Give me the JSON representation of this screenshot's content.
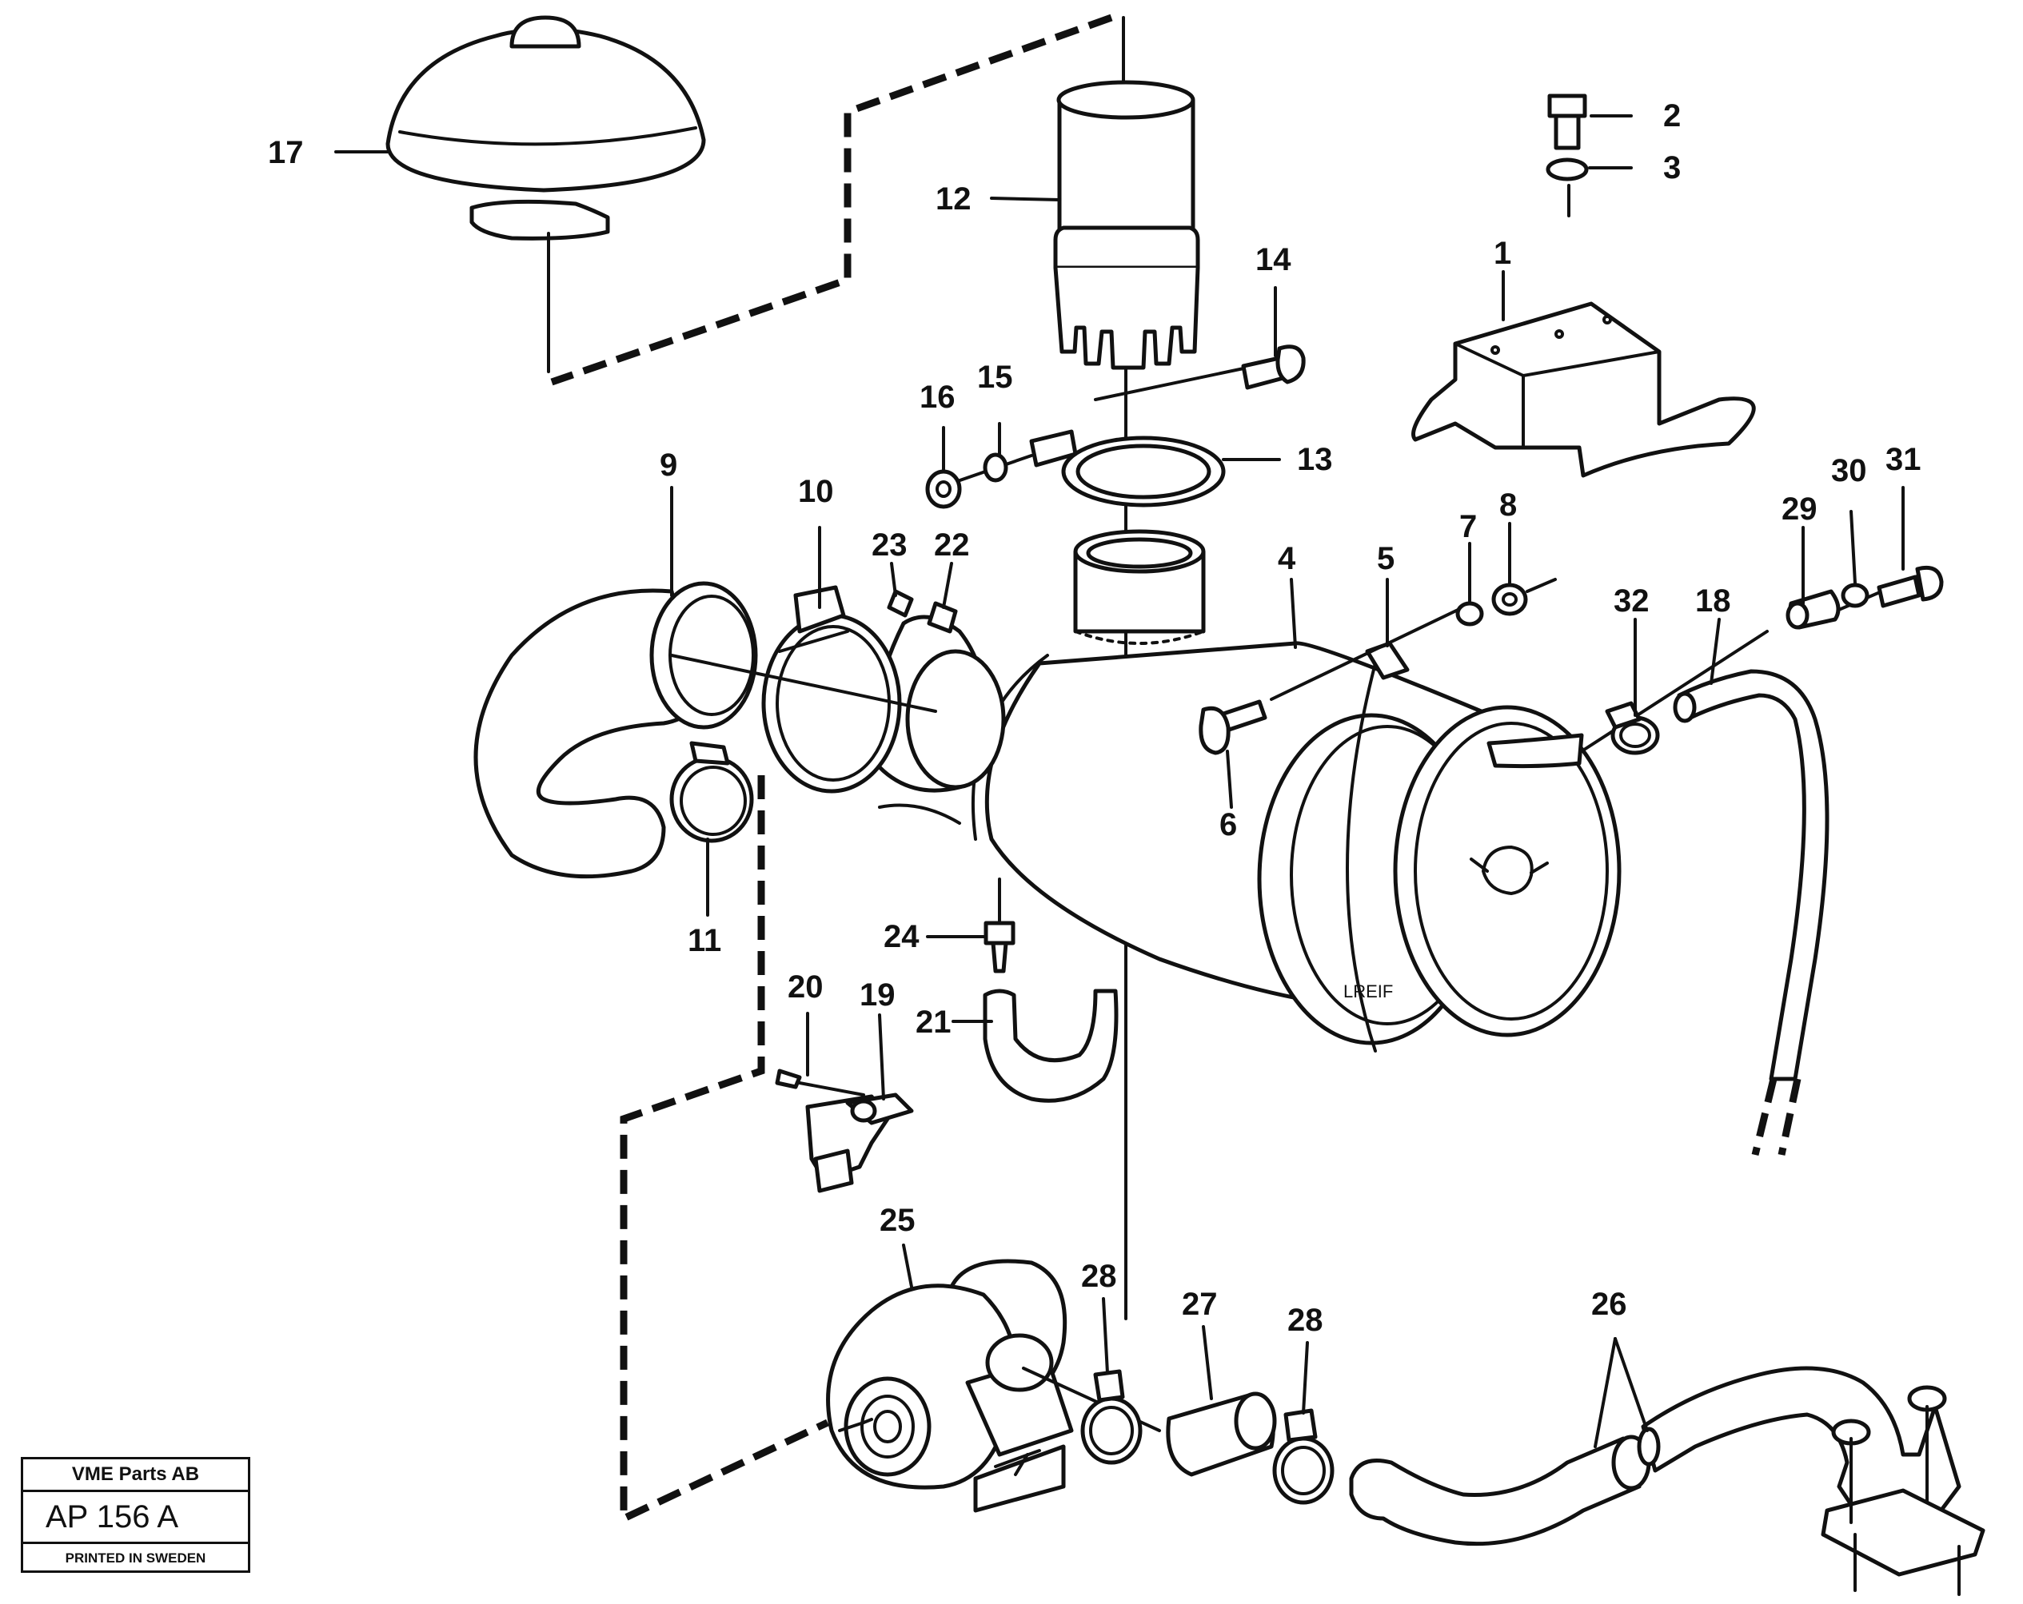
{
  "labels": [
    {
      "id": "1",
      "text": "1"
    },
    {
      "id": "2",
      "text": "2"
    },
    {
      "id": "3",
      "text": "3"
    },
    {
      "id": "4",
      "text": "4"
    },
    {
      "id": "5",
      "text": "5"
    },
    {
      "id": "6",
      "text": "6"
    },
    {
      "id": "7",
      "text": "7"
    },
    {
      "id": "8",
      "text": "8"
    },
    {
      "id": "9",
      "text": "9"
    },
    {
      "id": "10",
      "text": "10"
    },
    {
      "id": "11",
      "text": "11"
    },
    {
      "id": "12",
      "text": "12"
    },
    {
      "id": "13",
      "text": "13"
    },
    {
      "id": "14",
      "text": "14"
    },
    {
      "id": "15",
      "text": "15"
    },
    {
      "id": "16",
      "text": "16"
    },
    {
      "id": "17",
      "text": "17"
    },
    {
      "id": "18",
      "text": "18"
    },
    {
      "id": "19",
      "text": "19"
    },
    {
      "id": "20",
      "text": "20"
    },
    {
      "id": "21",
      "text": "21"
    },
    {
      "id": "22",
      "text": "22"
    },
    {
      "id": "23",
      "text": "23"
    },
    {
      "id": "24",
      "text": "24"
    },
    {
      "id": "25",
      "text": "25"
    },
    {
      "id": "26",
      "text": "26"
    },
    {
      "id": "27",
      "text": "27"
    },
    {
      "id": "28a",
      "text": "28"
    },
    {
      "id": "28b",
      "text": "28"
    },
    {
      "id": "29",
      "text": "29"
    },
    {
      "id": "30",
      "text": "30"
    },
    {
      "id": "31",
      "text": "31"
    },
    {
      "id": "32",
      "text": "32"
    }
  ],
  "filter_marking": "LREIF",
  "stamp": {
    "company": "VME Parts AB",
    "code": "AP 156  A",
    "printed": "PRINTED IN SWEDEN"
  }
}
